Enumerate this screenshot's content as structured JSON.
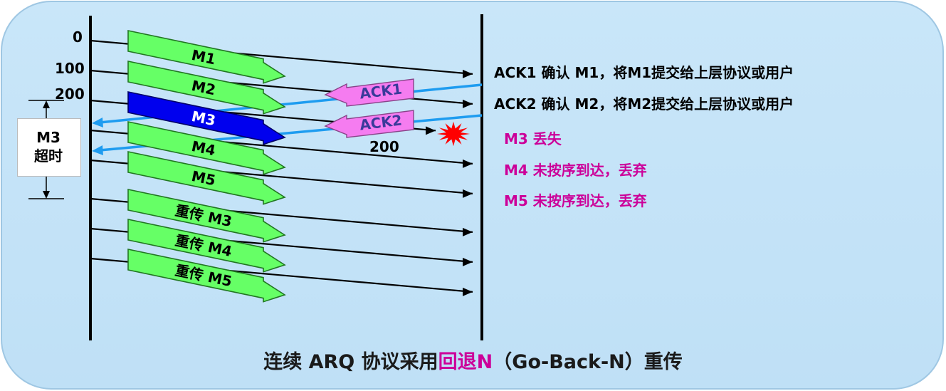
{
  "diagram": {
    "time_ticks": [
      "0",
      "100",
      "200"
    ],
    "frames": [
      {
        "label": "M1",
        "kind": "normal"
      },
      {
        "label": "M2",
        "kind": "normal"
      },
      {
        "label": "M3",
        "kind": "lost"
      },
      {
        "label": "M4",
        "kind": "normal"
      },
      {
        "label": "M5",
        "kind": "normal"
      },
      {
        "label": "重传 M3",
        "kind": "retransmit"
      },
      {
        "label": "重传 M4",
        "kind": "retransmit"
      },
      {
        "label": "重传 M5",
        "kind": "retransmit"
      }
    ],
    "acks": [
      {
        "label": "ACK1"
      },
      {
        "label": "ACK2",
        "note": "200"
      }
    ],
    "timeout_label": [
      "M3",
      "超时"
    ],
    "receiver_notes": [
      {
        "text": "ACK1 确认 M1，将M1提交给上层协议或用户",
        "color": "#000000"
      },
      {
        "text": "ACK2 确认 M2，将M2提交给上层协议或用户",
        "color": "#000000"
      },
      {
        "text": "M3 丢失",
        "color": "#cc0099"
      },
      {
        "text": "M4 未按序到达，丢弃",
        "color": "#cc0099"
      },
      {
        "text": "M5 未按序到达，丢弃",
        "color": "#cc0099"
      }
    ],
    "caption": {
      "before": "连续 ARQ 协议采用",
      "highlight": "回退N",
      "after": "（Go-Back-N）重传",
      "highlight_color": "#cc0099"
    },
    "colors": {
      "background_panel": "#c5e3f7",
      "frame_green": "#66ff66",
      "frame_blue": "#0000ee",
      "ack_pink": "#f57cf0",
      "ack_line": "#1e9cf0",
      "loss_star": "#ff0000"
    }
  }
}
